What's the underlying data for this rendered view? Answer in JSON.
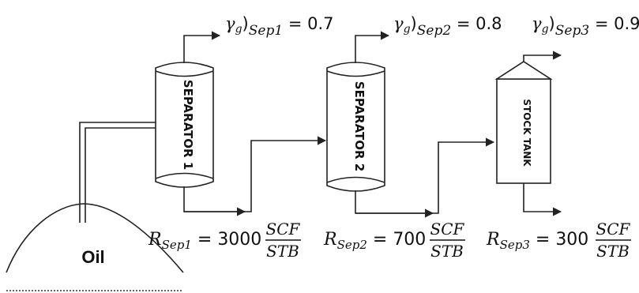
{
  "gas_gravity": [
    {
      "symbol": "γ",
      "subscript": "g",
      "paren": ")",
      "stage": "Sep1",
      "eq": " = ",
      "value": "0.7"
    },
    {
      "symbol": "γ",
      "subscript": "g",
      "paren": ")",
      "stage": "Sep2",
      "eq": " = ",
      "value": "0.8"
    },
    {
      "symbol": "γ",
      "subscript": "g",
      "paren": ")",
      "stage": "Sep3",
      "eq": " = ",
      "value": "0.9"
    }
  ],
  "gor": [
    {
      "symbol": "R",
      "stage": "Sep1",
      "eq": " = ",
      "value": "3000",
      "num": "SCF",
      "den": "STB"
    },
    {
      "symbol": "R",
      "stage": "Sep2",
      "eq": " = ",
      "value": "700",
      "num": "SCF",
      "den": "STB"
    },
    {
      "symbol": "R",
      "stage": "Sep3",
      "eq": " = ",
      "value": "300",
      "num": "SCF",
      "den": "STB"
    }
  ],
  "vessels": {
    "sep1": "SEPARATOR  1",
    "sep2": "SEPARATOR  2",
    "tank": "STOCK TANK"
  },
  "reservoir": {
    "label": "Oil"
  }
}
